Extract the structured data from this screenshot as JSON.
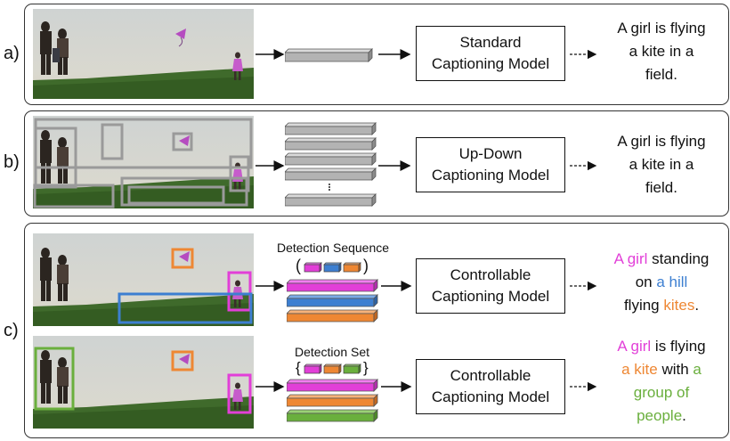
{
  "panels": {
    "a": {
      "label": "a)",
      "model": [
        "Standard",
        "Captioning Model"
      ],
      "caption": [
        "A girl is flying",
        "a kite in a",
        "field."
      ]
    },
    "b": {
      "label": "b)",
      "model": [
        "Up-Down",
        "Captioning Model"
      ],
      "caption": [
        "A girl is flying",
        "a kite in a",
        "field."
      ]
    },
    "c": {
      "label": "c)",
      "top": {
        "title": "Detection Sequence",
        "model": [
          "Controllable",
          "Captioning Model"
        ],
        "caption": {
          "line1": [
            "A girl",
            " standing"
          ],
          "line2": [
            "on ",
            "a hill"
          ],
          "line3": [
            "flying ",
            "kites",
            "."
          ]
        }
      },
      "bottom": {
        "title": "Detection Set",
        "model": [
          "Controllable",
          "Captioning Model"
        ],
        "caption": {
          "line1": [
            "A girl",
            " is flying"
          ],
          "line2": [
            "a kite",
            " with ",
            "a"
          ],
          "line3": [
            "group of"
          ],
          "line4": [
            "people",
            "."
          ]
        }
      }
    }
  },
  "colors": {
    "pink": "#e23fd8",
    "blue": "#3d7fd1",
    "orange": "#ee8733",
    "green": "#6aaf3d",
    "gray": "#b3b3b3"
  }
}
